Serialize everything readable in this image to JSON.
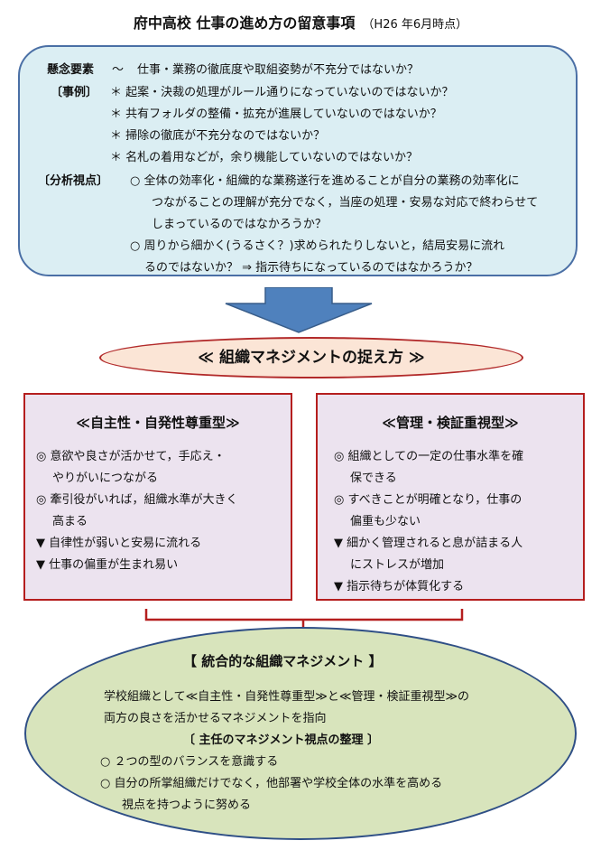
{
  "title": "府中高校  仕事の進め方の留意事項",
  "subtitle": "（H26 年6月時点）",
  "concerns": {
    "label": "懸念要素",
    "tilde": "～",
    "text": "仕事・業務の徹底度や取組姿勢が不充分ではないか？",
    "cases_label": "〔事例〕",
    "cases": [
      "＊  起案・決裁の処理がルール通りになっていないのではないか？",
      "＊  共有フォルダの整備・拡充が進展していないのではないか？",
      "＊  掃除の徹底が不充分なのではないか？",
      "＊  名札の着用などが，余り機能していないのではないか？"
    ],
    "analysis_label": "〔分析視点〕",
    "analysis_lines": [
      "○  全体の効率化・組織的な業務遂行を進めることが自分の業務の効率化に",
      "つながることの理解が充分でなく，当座の処理・安易な対応で終わらせて",
      "しまっているのではなかろうか？",
      "○  周りから細かく(うるさく？)求められたりしないと，結局安易に流れ",
      "るのではないか？  ⇒  指示待ちになっているのではなかろうか？"
    ]
  },
  "banner": "≪  組織マネジメントの捉え方  ≫",
  "left_card": {
    "title": "≪自主性・自発性尊重型≫",
    "lines": [
      "◎  意欲や良さが活かせて，手応え・",
      "やりがいにつながる",
      "◎  牽引役がいれば，組織水準が大きく",
      "高まる",
      "▼  自律性が弱いと安易に流れる",
      "▼  仕事の偏重が生まれ易い"
    ]
  },
  "right_card": {
    "title": "≪管理・検証重視型≫",
    "lines": [
      "◎  組織としての一定の仕事水準を確",
      "保できる",
      "◎  すべきことが明確となり，仕事の",
      "偏重も少ない",
      "▼  細かく管理されると息が詰まる人",
      "にストレスが増加",
      "▼  指示待ちが体質化する"
    ]
  },
  "integrated": {
    "title": "【  統合的な組織マネジメント  】",
    "lines": [
      "学校組織として≪自主性・自発性尊重型≫と≪管理・検証重視型≫の",
      "両方の良さを活かせるマネジメントを指向"
    ],
    "sub_title": "〔  主任のマネジメント視点の整理  〕",
    "points": [
      "○  ２つの型のバランスを意識する",
      "○  自分の所掌組織だけでなく，他部署や学校全体の水準を高める",
      "視点を持つように努める"
    ]
  },
  "colors": {
    "top_box_fill": "#dbeef3",
    "top_box_border": "#4a6fa5",
    "arrow_fill": "#4f81bd",
    "banner_fill": "#fbe5d6",
    "banner_border": "#b22a2a",
    "card_fill": "#ece3ef",
    "card_border": "#b51e1e",
    "ellipse_fill": "#d8e4bc",
    "ellipse_border": "#2f4f86"
  }
}
